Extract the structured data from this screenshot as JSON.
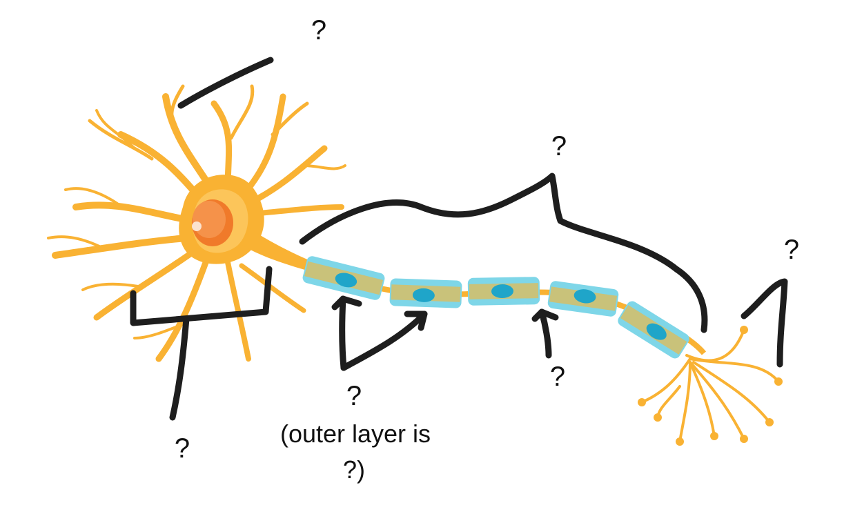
{
  "diagram": {
    "subject": "neuron",
    "colors": {
      "neuron_body": "#f9b233",
      "neuron_light": "#fcd17a",
      "nucleus": "#f07a2a",
      "nucleus_dark": "#e35f12",
      "myelin": "#7ed6e8",
      "myelin_dark": "#4fc3dc",
      "myelin_inner": "#c9c27a",
      "schwann_nucleus": "#1fa5c9",
      "annotation_ink": "#1e1e1e"
    },
    "labels": [
      {
        "id": "dendrites",
        "text": "?"
      },
      {
        "id": "axon",
        "text": "?"
      },
      {
        "id": "axon-terminals",
        "text": "?"
      },
      {
        "id": "cell-body",
        "text": "?"
      },
      {
        "id": "myelin-sheath",
        "text": "?",
        "note_line1": "(outer layer is",
        "note_line2": "?)"
      },
      {
        "id": "node-of-ranvier",
        "text": "?"
      }
    ]
  }
}
